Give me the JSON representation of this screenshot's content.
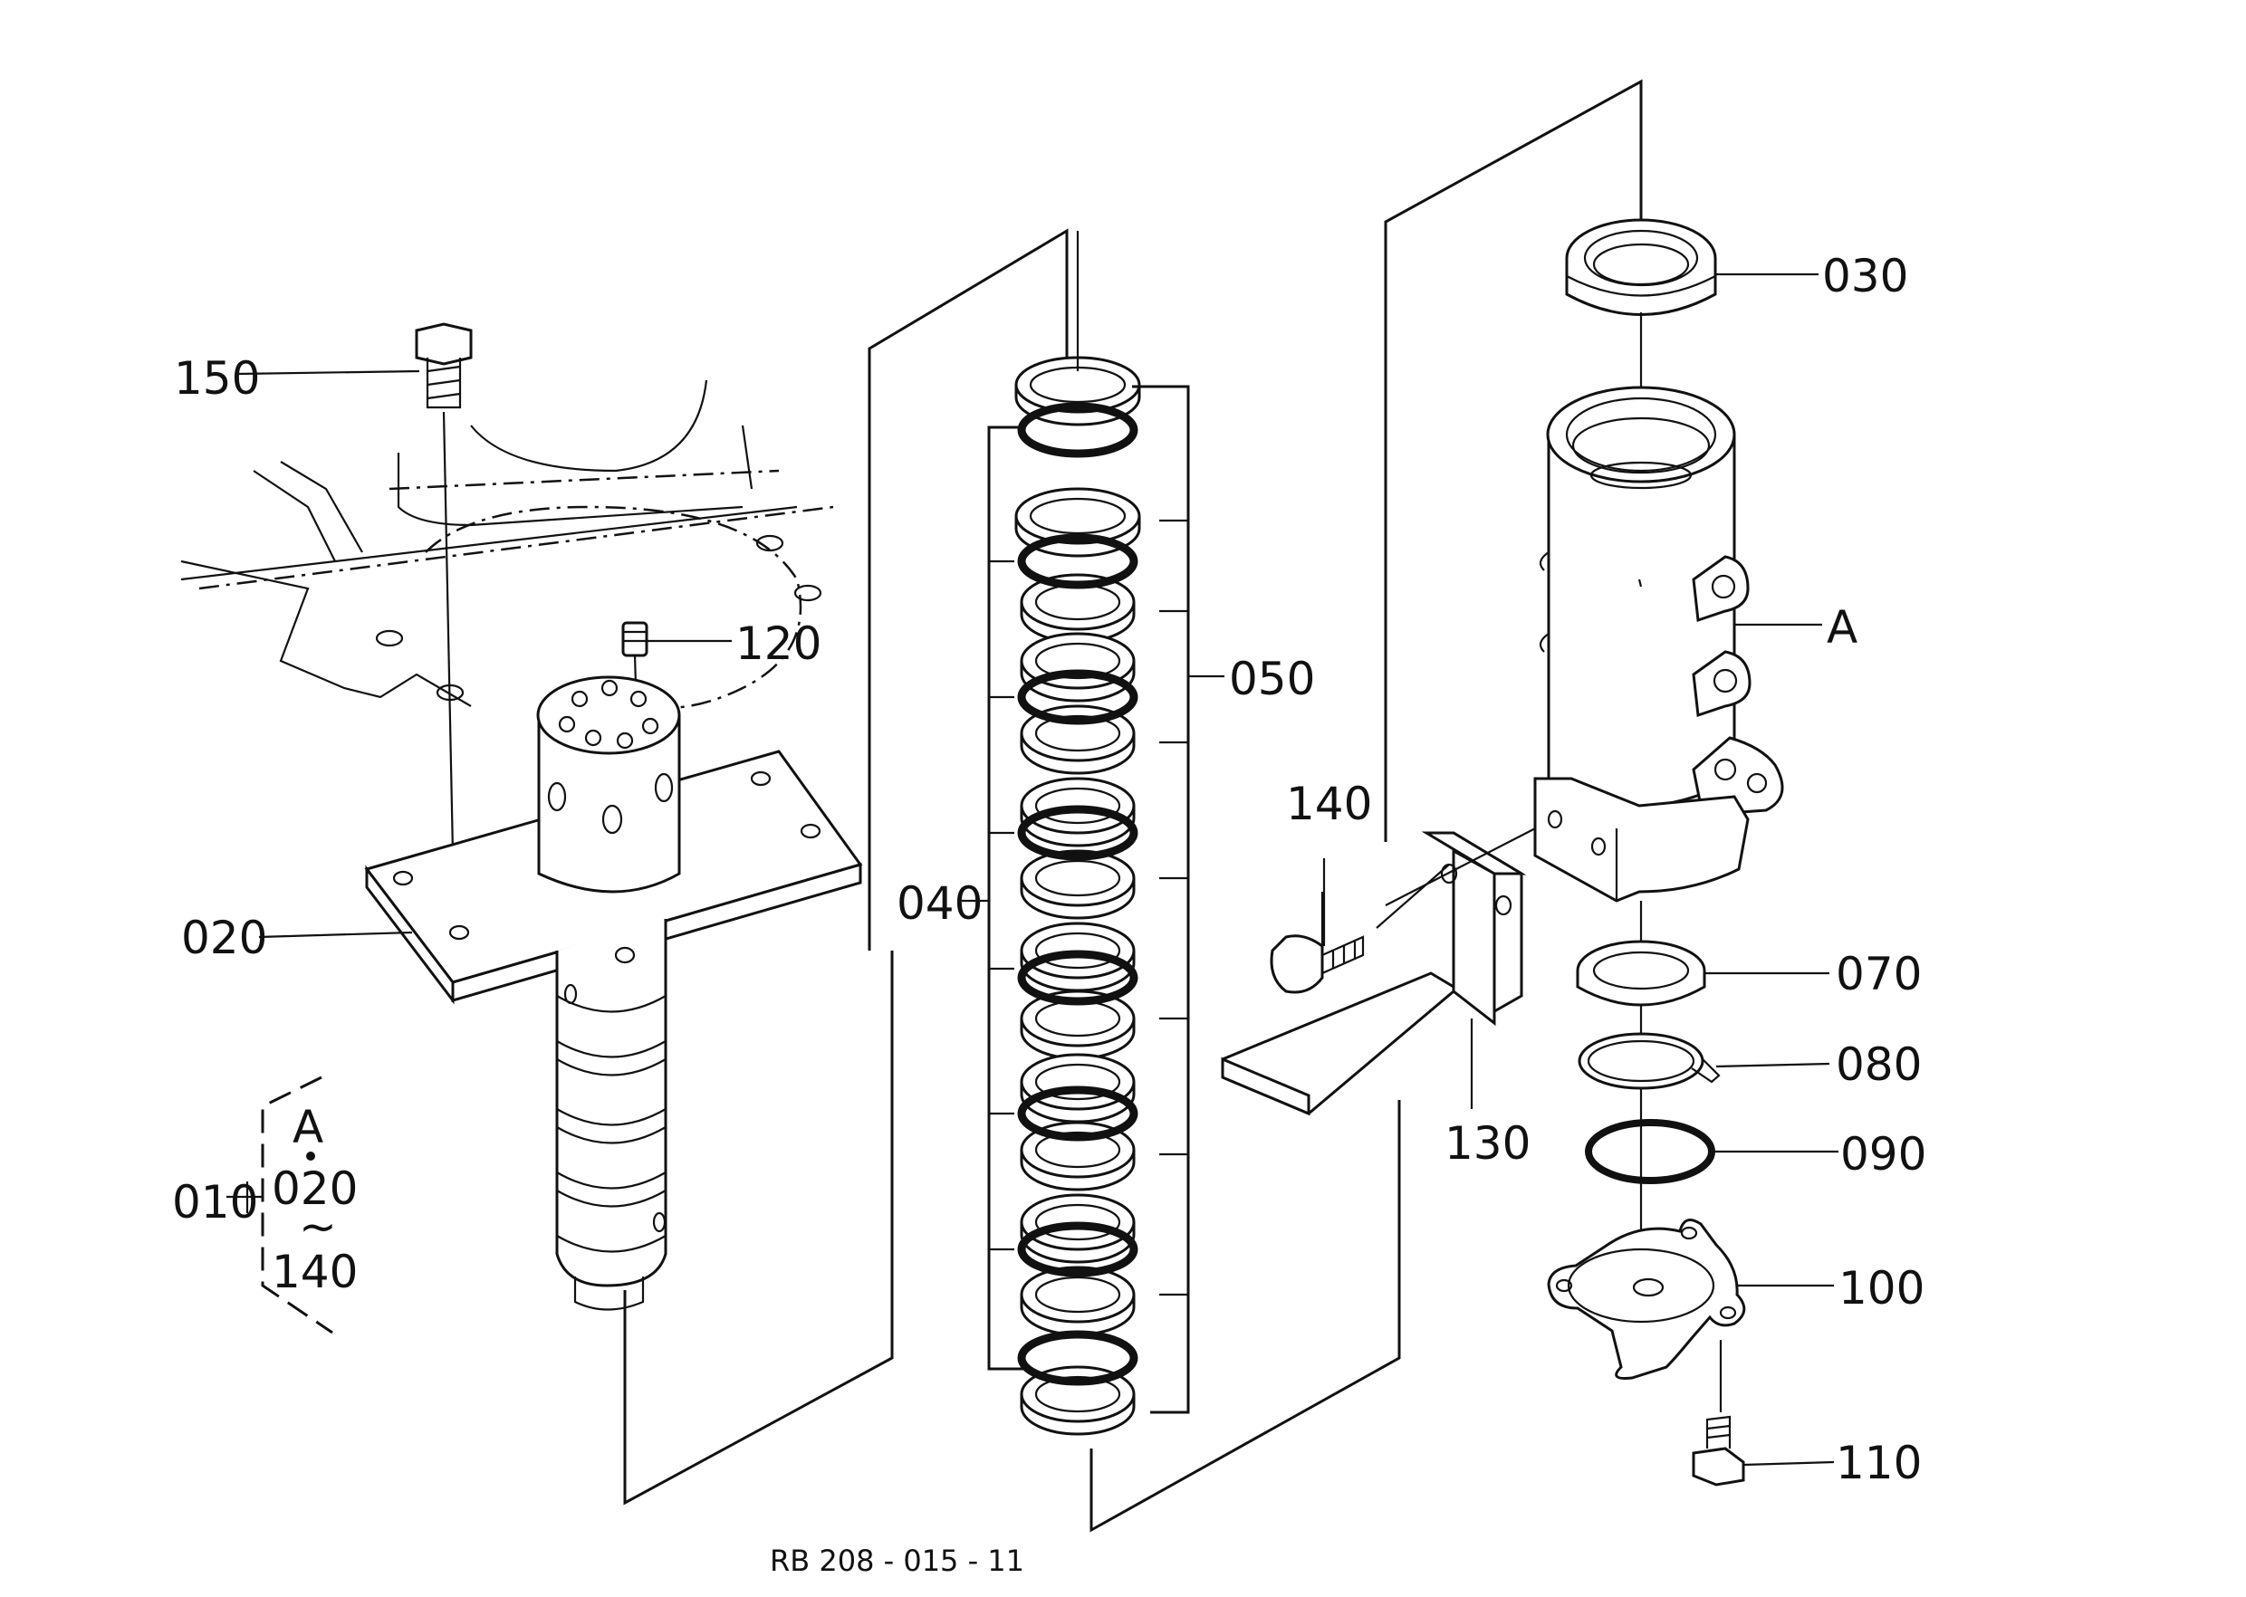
{
  "diagram": {
    "parts": {
      "p010": "010",
      "p020": "020",
      "p030": "030",
      "p040": "040",
      "p050": "050",
      "p070": "070",
      "p080": "080",
      "p090": "090",
      "p100": "100",
      "p110": "110",
      "p120": "120",
      "p130": "130",
      "p140": "140",
      "p150": "150",
      "pA": "A"
    },
    "assembly_group": {
      "top": "A",
      "from": "020",
      "range_symbol": "~",
      "to": "140"
    },
    "drawing_code": "RB 208 - 015 - 11"
  }
}
